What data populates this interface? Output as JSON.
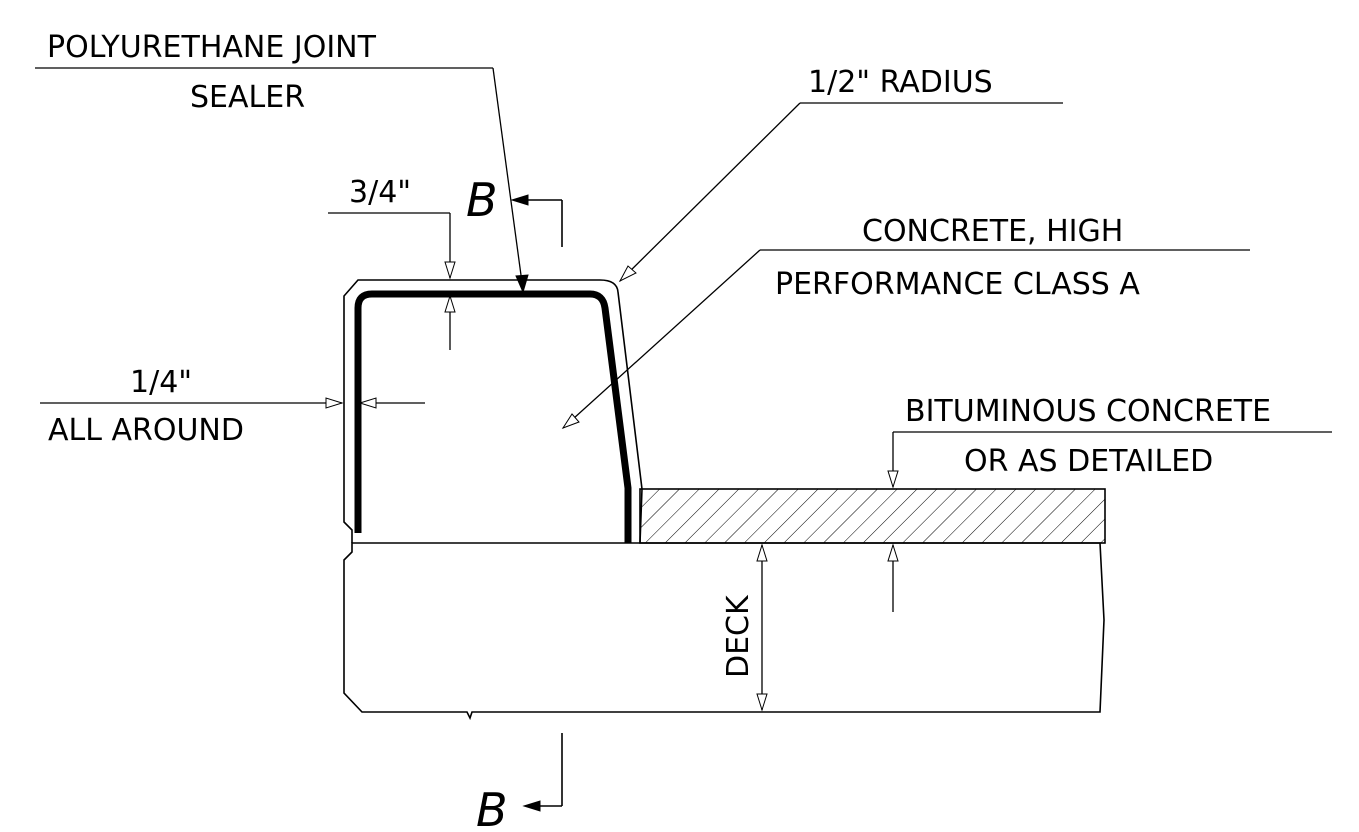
{
  "labels": {
    "sealer_line1": "POLYURETHANE JOINT",
    "sealer_line2": "SEALER",
    "radius": "1/2\" RADIUS",
    "cover_top": "3/4\"",
    "cover_side_line1": "1/4\"",
    "cover_side_line2": "ALL AROUND",
    "concrete_line1": "CONCRETE, HIGH",
    "concrete_line2": "PERFORMANCE CLASS A",
    "bituminous_line1": "BITUMINOUS CONCRETE",
    "bituminous_line2": "OR AS DETAILED",
    "deck": "DECK",
    "section_top": "B",
    "section_bottom": "B"
  }
}
